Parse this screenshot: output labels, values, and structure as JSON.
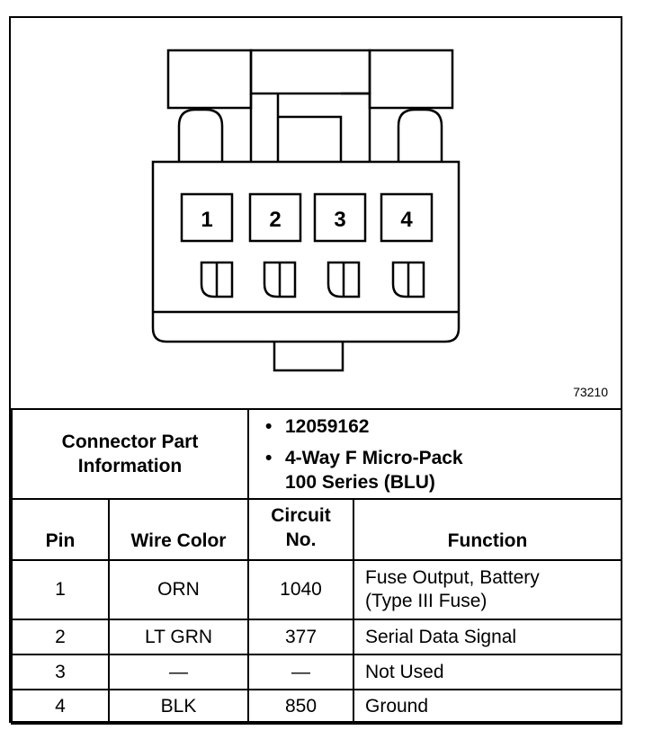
{
  "figure_number": "73210",
  "connector": {
    "cavities": [
      "1",
      "2",
      "3",
      "4"
    ]
  },
  "part_info": {
    "label_line1": "Connector Part",
    "label_line2": "Information",
    "items": [
      {
        "text": "12059162"
      },
      {
        "text": "4-Way F Micro-Pack",
        "text2": "100 Series (BLU)"
      }
    ],
    "bullet": "•"
  },
  "table": {
    "headers": {
      "pin": "Pin",
      "wire_color": "Wire Color",
      "circuit_line1": "Circuit",
      "circuit_line2": "No.",
      "function": "Function"
    },
    "rows": [
      {
        "pin": "1",
        "wire_color": "ORN",
        "circuit": "1040",
        "function": "Fuse Output, Battery",
        "function2": "(Type III Fuse)"
      },
      {
        "pin": "2",
        "wire_color": "LT GRN",
        "circuit": "377",
        "function": "Serial Data Signal",
        "function2": ""
      },
      {
        "pin": "3",
        "wire_color": "—",
        "circuit": "—",
        "function": "Not Used",
        "function2": ""
      },
      {
        "pin": "4",
        "wire_color": "BLK",
        "circuit": "850",
        "function": "Ground",
        "function2": ""
      }
    ]
  }
}
